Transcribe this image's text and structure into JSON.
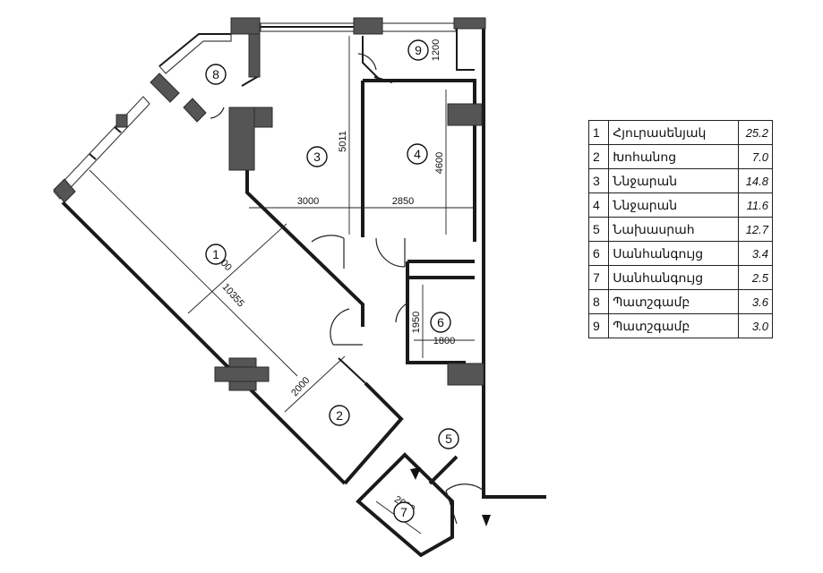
{
  "rooms": [
    {
      "number": "1",
      "name": "Հյուրասենյակ",
      "area": "25.2"
    },
    {
      "number": "2",
      "name": "Խոհանոց",
      "area": "7.0"
    },
    {
      "number": "3",
      "name": "Ննջարան",
      "area": "14.8"
    },
    {
      "number": "4",
      "name": "Ննջարան",
      "area": "11.6"
    },
    {
      "number": "5",
      "name": "Նախասրահ",
      "area": "12.7"
    },
    {
      "number": "6",
      "name": "Սանհանգույց",
      "area": "3.4"
    },
    {
      "number": "7",
      "name": "Սանհանգույց",
      "area": "2.5"
    },
    {
      "number": "8",
      "name": "Պատշգամբ",
      "area": "3.6"
    },
    {
      "number": "9",
      "name": "Պատշգամբ",
      "area": "3.0"
    }
  ],
  "dimensions": {
    "d_3000": "3000",
    "d_2850": "2850",
    "d_5011": "5011",
    "d_4600": "4600",
    "d_1200": "1200",
    "d_3400": "3400",
    "d_10355": "10355",
    "d_2000": "2000",
    "d_1950": "1950",
    "d_1800": "1800",
    "d_2000b": "2000"
  }
}
